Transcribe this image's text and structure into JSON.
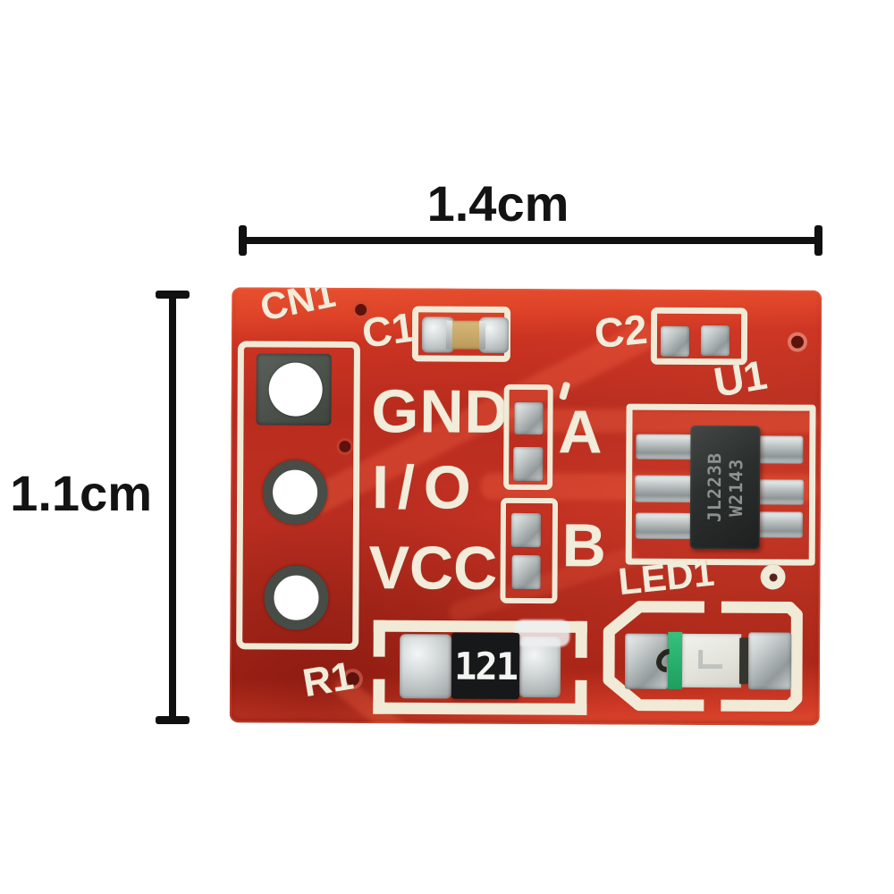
{
  "annotations": {
    "width_label": "1.4cm",
    "height_label": "1.1cm"
  },
  "board": {
    "silkscreen": {
      "connector_label": "CN1",
      "cap1_label": "C1",
      "cap2_label": "C2",
      "pin_gnd": "GND",
      "pin_io": "I/O",
      "pin_vcc": "VCC",
      "jumper_a": "A",
      "jumper_b": "B",
      "ic_label": "U1",
      "led_label": "LED1",
      "resistor_label": "R1"
    },
    "components": {
      "ic_marking_line1": "JL223B",
      "ic_marking_line2": "W2143",
      "resistor_marking": "121"
    },
    "colors": {
      "board_red": "#bf2d1f",
      "board_edge_red": "#e8502f",
      "silkscreen": "#f1ead7",
      "solder_silver": "#c3c9c9",
      "ic_black": "#2b2f2d",
      "resistor_black": "#17181a",
      "capacitor_tan": "#c9a86b",
      "led_green": "#2bb36f",
      "annotation_black": "#101010"
    }
  }
}
